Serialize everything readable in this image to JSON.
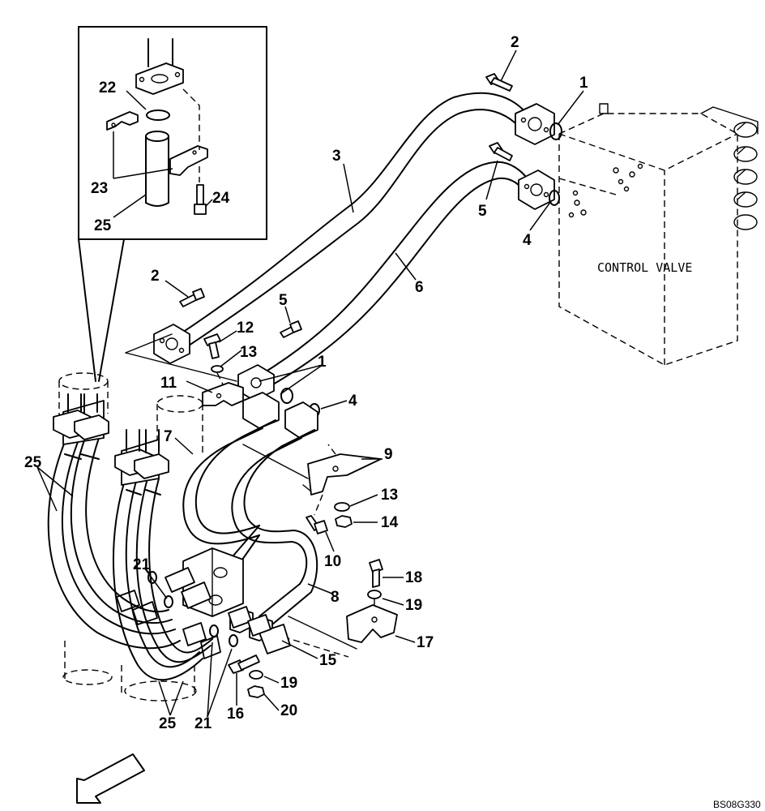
{
  "diagram": {
    "component_label": "CONTROL VALVE",
    "drawing_code": "BS08G330",
    "callouts": [
      {
        "id": "c2a",
        "text": "2"
      },
      {
        "id": "c1a",
        "text": "1"
      },
      {
        "id": "c3",
        "text": "3"
      },
      {
        "id": "c5a",
        "text": "5"
      },
      {
        "id": "c4a",
        "text": "4"
      },
      {
        "id": "c6",
        "text": "6"
      },
      {
        "id": "c22",
        "text": "22"
      },
      {
        "id": "c23",
        "text": "23"
      },
      {
        "id": "c24",
        "text": "24"
      },
      {
        "id": "c25a",
        "text": "25"
      },
      {
        "id": "c2b",
        "text": "2"
      },
      {
        "id": "c12",
        "text": "12"
      },
      {
        "id": "c5b",
        "text": "5"
      },
      {
        "id": "c13a",
        "text": "13"
      },
      {
        "id": "c1b",
        "text": "1"
      },
      {
        "id": "c11",
        "text": "11"
      },
      {
        "id": "c4b",
        "text": "4"
      },
      {
        "id": "c7",
        "text": "7"
      },
      {
        "id": "c9",
        "text": "9"
      },
      {
        "id": "c25b",
        "text": "25"
      },
      {
        "id": "c13b",
        "text": "13"
      },
      {
        "id": "c14",
        "text": "14"
      },
      {
        "id": "c10",
        "text": "10"
      },
      {
        "id": "c21a",
        "text": "21"
      },
      {
        "id": "c18",
        "text": "18"
      },
      {
        "id": "c8",
        "text": "8"
      },
      {
        "id": "c19a",
        "text": "19"
      },
      {
        "id": "c17",
        "text": "17"
      },
      {
        "id": "c15",
        "text": "15"
      },
      {
        "id": "c19b",
        "text": "19"
      },
      {
        "id": "c20",
        "text": "20"
      },
      {
        "id": "c16",
        "text": "16"
      },
      {
        "id": "c25c",
        "text": "25"
      },
      {
        "id": "c21b",
        "text": "21"
      }
    ]
  }
}
